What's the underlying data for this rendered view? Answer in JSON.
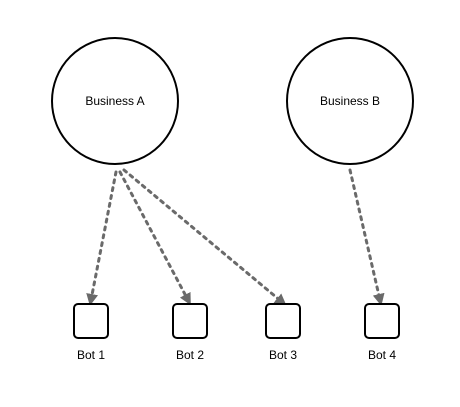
{
  "diagram": {
    "businesses": [
      {
        "id": "business-a",
        "label": "Business A"
      },
      {
        "id": "business-b",
        "label": "Business B"
      }
    ],
    "bots": [
      {
        "id": "bot-1",
        "label": "Bot 1"
      },
      {
        "id": "bot-2",
        "label": "Bot 2"
      },
      {
        "id": "bot-3",
        "label": "Bot 3"
      },
      {
        "id": "bot-4",
        "label": "Bot 4"
      }
    ],
    "connections": [
      {
        "from": "business-a",
        "to": "bot-1"
      },
      {
        "from": "business-a",
        "to": "bot-2"
      },
      {
        "from": "business-a",
        "to": "bot-3"
      },
      {
        "from": "business-b",
        "to": "bot-4"
      }
    ]
  }
}
